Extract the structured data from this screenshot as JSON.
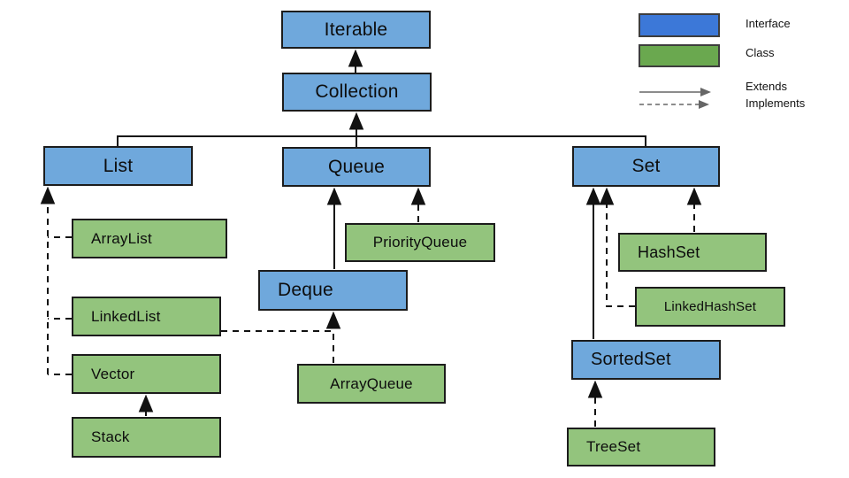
{
  "diagram": {
    "description": "Java collections hierarchy diagram",
    "colors": {
      "interface_fill": "#6fa8dc",
      "class_fill": "#93c47d",
      "node_border": "#1c1c1c",
      "edge_color": "#111111",
      "legend_interface_fill": "#3c78d8",
      "legend_class_fill": "#6aa84f",
      "legend_swatch_border": "#3d3d3d",
      "legend_arrow_color": "#666666"
    }
  },
  "nodes": {
    "iterable": {
      "label": "Iterable",
      "type": "interface"
    },
    "collection": {
      "label": "Collection",
      "type": "interface"
    },
    "list": {
      "label": "List",
      "type": "interface"
    },
    "queue": {
      "label": "Queue",
      "type": "interface"
    },
    "set": {
      "label": "Set",
      "type": "interface"
    },
    "deque": {
      "label": "Deque",
      "type": "interface"
    },
    "sortedset": {
      "label": "SortedSet",
      "type": "interface"
    },
    "arraylist": {
      "label": "ArrayList",
      "type": "class"
    },
    "linkedlist": {
      "label": "LinkedList",
      "type": "class"
    },
    "vector": {
      "label": "Vector",
      "type": "class"
    },
    "stack": {
      "label": "Stack",
      "type": "class"
    },
    "priorityqueue": {
      "label": "PriorityQueue",
      "type": "class"
    },
    "arrayqueue": {
      "label": "ArrayQueue",
      "type": "class"
    },
    "hashset": {
      "label": "HashSet",
      "type": "class"
    },
    "linkedhashset": {
      "label": "LinkedHashSet",
      "type": "class"
    },
    "treeset": {
      "label": "TreeSet",
      "type": "class"
    }
  },
  "edges": [
    {
      "from": "Collection",
      "to": "Iterable",
      "relation": "extends"
    },
    {
      "from": "List",
      "to": "Collection",
      "relation": "extends"
    },
    {
      "from": "Queue",
      "to": "Collection",
      "relation": "extends"
    },
    {
      "from": "Set",
      "to": "Collection",
      "relation": "extends"
    },
    {
      "from": "ArrayList",
      "to": "List",
      "relation": "implements"
    },
    {
      "from": "LinkedList",
      "to": "List",
      "relation": "implements"
    },
    {
      "from": "Vector",
      "to": "List",
      "relation": "implements"
    },
    {
      "from": "Stack",
      "to": "Vector",
      "relation": "extends"
    },
    {
      "from": "Deque",
      "to": "Queue",
      "relation": "extends"
    },
    {
      "from": "PriorityQueue",
      "to": "Queue",
      "relation": "implements"
    },
    {
      "from": "LinkedList",
      "to": "Deque",
      "relation": "implements"
    },
    {
      "from": "ArrayQueue",
      "to": "Deque",
      "relation": "implements"
    },
    {
      "from": "SortedSet",
      "to": "Set",
      "relation": "extends"
    },
    {
      "from": "HashSet",
      "to": "Set",
      "relation": "implements"
    },
    {
      "from": "LinkedHashSet",
      "to": "Set",
      "relation": "implements"
    },
    {
      "from": "TreeSet",
      "to": "SortedSet",
      "relation": "implements"
    }
  ],
  "legend": {
    "interface_label": "Interface",
    "class_label": "Class",
    "extends_label": "Extends",
    "implements_label": "Implements"
  }
}
